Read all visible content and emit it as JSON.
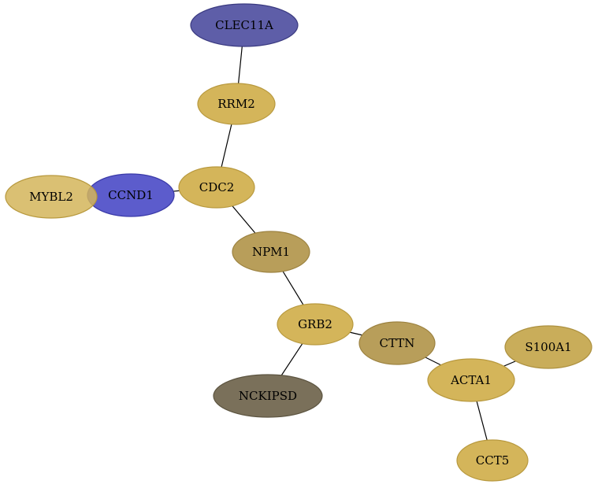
{
  "graph": {
    "nodes": [
      {
        "id": "CLEC11A",
        "label": "CLEC11A",
        "fill": "#5e5ea8",
        "stroke": "#3a3a80"
      },
      {
        "id": "RRM2",
        "label": "RRM2",
        "fill": "#d4b55a",
        "stroke": "#b8993e"
      },
      {
        "id": "CDC2",
        "label": "CDC2",
        "fill": "#d4b55a",
        "stroke": "#b8993e"
      },
      {
        "id": "MYBL2",
        "label": "MYBL2",
        "fill": "#d4b55a",
        "stroke": "#b8993e"
      },
      {
        "id": "CCND1",
        "label": "CCND1",
        "fill": "#5c5ccc",
        "stroke": "#3a3aa8"
      },
      {
        "id": "NPM1",
        "label": "NPM1",
        "fill": "#b89e5a",
        "stroke": "#9c8240"
      },
      {
        "id": "GRB2",
        "label": "GRB2",
        "fill": "#d4b55a",
        "stroke": "#b8993e"
      },
      {
        "id": "CTTN",
        "label": "CTTN",
        "fill": "#b89e5a",
        "stroke": "#9c8240"
      },
      {
        "id": "NCKIPSD",
        "label": "NCKIPSD",
        "fill": "#7a705a",
        "stroke": "#5c5440"
      },
      {
        "id": "S100A1",
        "label": "S100A1",
        "fill": "#c9ad5a",
        "stroke": "#ad9140"
      },
      {
        "id": "ACTA1",
        "label": "ACTA1",
        "fill": "#d4b55a",
        "stroke": "#b8993e"
      },
      {
        "id": "CCT5",
        "label": "CCT5",
        "fill": "#d4b55a",
        "stroke": "#b8993e"
      }
    ],
    "edges": [
      {
        "source": "CLEC11A",
        "target": "RRM2"
      },
      {
        "source": "RRM2",
        "target": "CDC2"
      },
      {
        "source": "CCND1",
        "target": "CDC2"
      },
      {
        "source": "CDC2",
        "target": "NPM1"
      },
      {
        "source": "NPM1",
        "target": "GRB2"
      },
      {
        "source": "GRB2",
        "target": "CTTN"
      },
      {
        "source": "GRB2",
        "target": "NCKIPSD"
      },
      {
        "source": "CTTN",
        "target": "ACTA1"
      },
      {
        "source": "S100A1",
        "target": "ACTA1"
      },
      {
        "source": "ACTA1",
        "target": "CCT5"
      }
    ]
  }
}
